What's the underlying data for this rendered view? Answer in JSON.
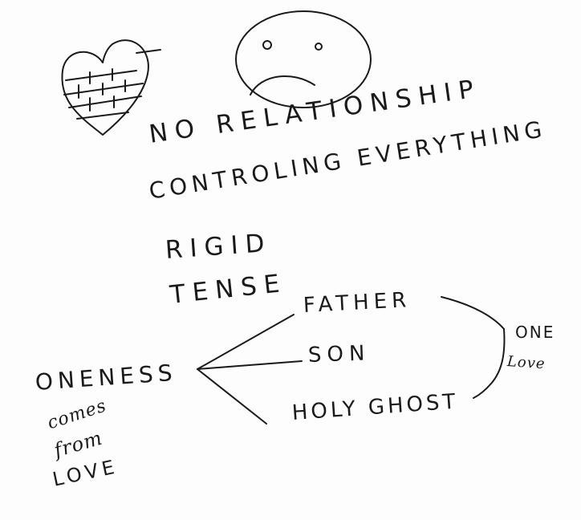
{
  "doodles": {
    "walled_heart_icon": "brick-wall-heart",
    "sad_face_icon": "frowning-face"
  },
  "list": {
    "item_1": "NO RELATIONSHIP",
    "item_2": "CONTROLING EVERYTHING",
    "item_3": "RIGID",
    "item_4": "TENSE"
  },
  "diagram": {
    "root": "ONENESS",
    "root_note_line_1": "comes",
    "root_note_line_2": "from",
    "root_note_line_3": "LOVE",
    "branch_1": "FATHER",
    "branch_2": "SON",
    "branch_3": "HOLY GHOST",
    "join_label_1": "ONE",
    "join_label_2": "Love"
  }
}
